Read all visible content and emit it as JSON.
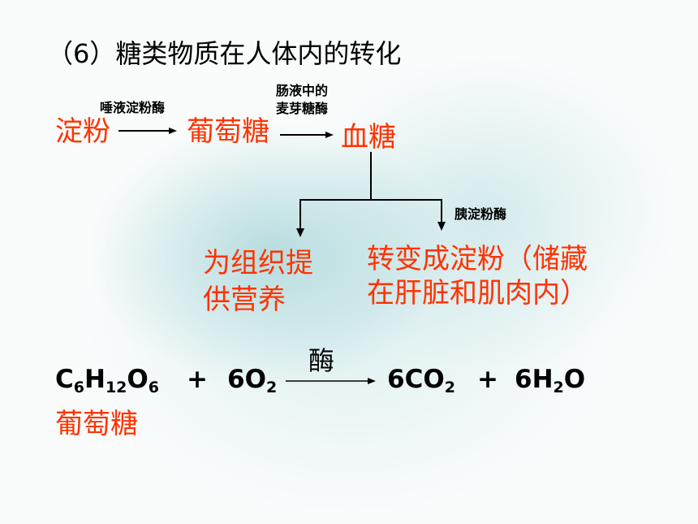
{
  "title": "（6）糖类物质在人体内的转化",
  "pathway": {
    "starch": "淀粉",
    "enzyme_saliva": "唾液淀粉酶",
    "glucose": "葡萄糖",
    "enzyme_intestine_line1": "肠液中的",
    "enzyme_intestine_line2": "麦芽糖酶",
    "blood_sugar": "血糖",
    "enzyme_pancreas": "胰淀粉酶",
    "branch_left_line1": "为组织提",
    "branch_left_line2": "供营养",
    "branch_right_line1": "转变成淀粉（储藏",
    "branch_right_line2": "在肝脏和肌肉内）"
  },
  "equation": {
    "glucose_formula": {
      "c": "C",
      "c_sub": "6",
      "h": "H",
      "h_sub": "12",
      "o": "O",
      "o_sub": "6"
    },
    "plus1": "+",
    "oxygen": {
      "coef": "6O",
      "sub": "2"
    },
    "enzyme": "酶",
    "co2": {
      "coef": "6CO",
      "sub": "2"
    },
    "plus2": "+",
    "water": {
      "a": "6H",
      "sub": "2",
      "b": "O"
    },
    "glucose_label": "葡萄糖"
  }
}
